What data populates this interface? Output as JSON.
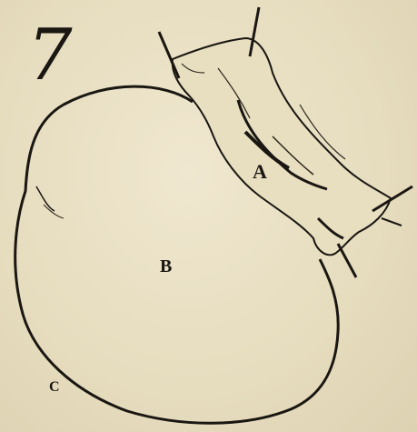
{
  "figure": {
    "number": "7"
  },
  "labels": {
    "a": "A",
    "b": "B",
    "c": "C"
  },
  "colors": {
    "paper": "#e9e0c4",
    "ink": "#1a1712"
  }
}
